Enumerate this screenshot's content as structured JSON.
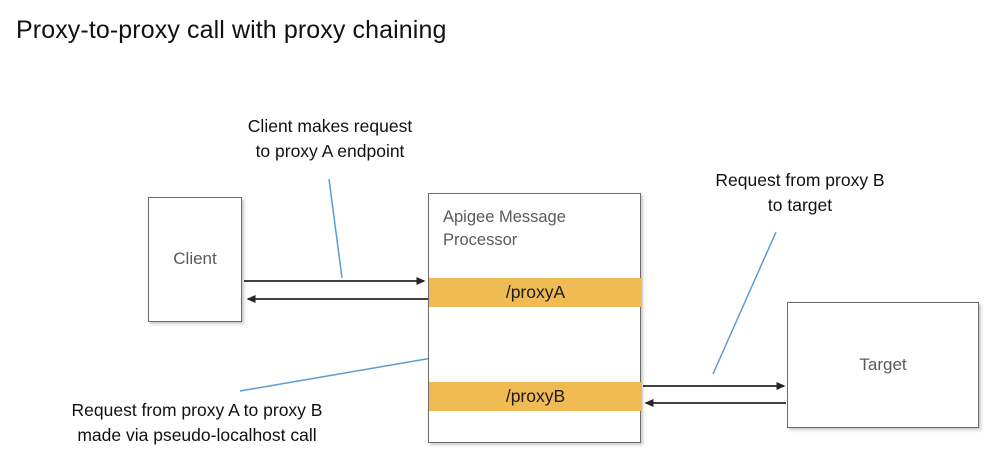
{
  "page": {
    "title": "Proxy-to-proxy call with proxy chaining",
    "background": "#ffffff"
  },
  "colors": {
    "proxy_band": "#efbb52",
    "box_border": "#6b6b6b",
    "box_label_text": "#5a5a5a",
    "annotation_text": "#111111",
    "leader_line": "#5b9bd5",
    "arrow": "#262626"
  },
  "nodes": {
    "client": {
      "label": "Client"
    },
    "message_processor": {
      "title": "Apigee Message Processor",
      "bands": [
        {
          "label": "/proxyA"
        },
        {
          "label": "/proxyB"
        }
      ]
    },
    "target": {
      "label": "Target"
    }
  },
  "annotations": [
    {
      "name": "client-request",
      "text": "Client makes request\nto proxy A endpoint"
    },
    {
      "name": "proxy-b-to-target",
      "text": "Request from proxy B\nto target"
    },
    {
      "name": "proxy-a-to-proxy-b",
      "text": "Request from proxy A to proxy B\nmade via pseudo-localhost call"
    }
  ],
  "flows": [
    {
      "name": "client-to-proxya",
      "direction": "right",
      "from": "client",
      "to": "/proxyA"
    },
    {
      "name": "proxya-to-client",
      "direction": "left",
      "from": "/proxyA",
      "to": "client"
    },
    {
      "name": "proxyb-to-proxya",
      "direction": "up",
      "from": "/proxyB",
      "to": "/proxyA"
    },
    {
      "name": "proxya-to-proxyb",
      "direction": "down",
      "from": "/proxyA",
      "to": "/proxyB"
    },
    {
      "name": "proxyb-to-target",
      "direction": "right",
      "from": "/proxyB",
      "to": "target"
    },
    {
      "name": "target-to-proxyb",
      "direction": "left",
      "from": "target",
      "to": "/proxyB"
    }
  ]
}
